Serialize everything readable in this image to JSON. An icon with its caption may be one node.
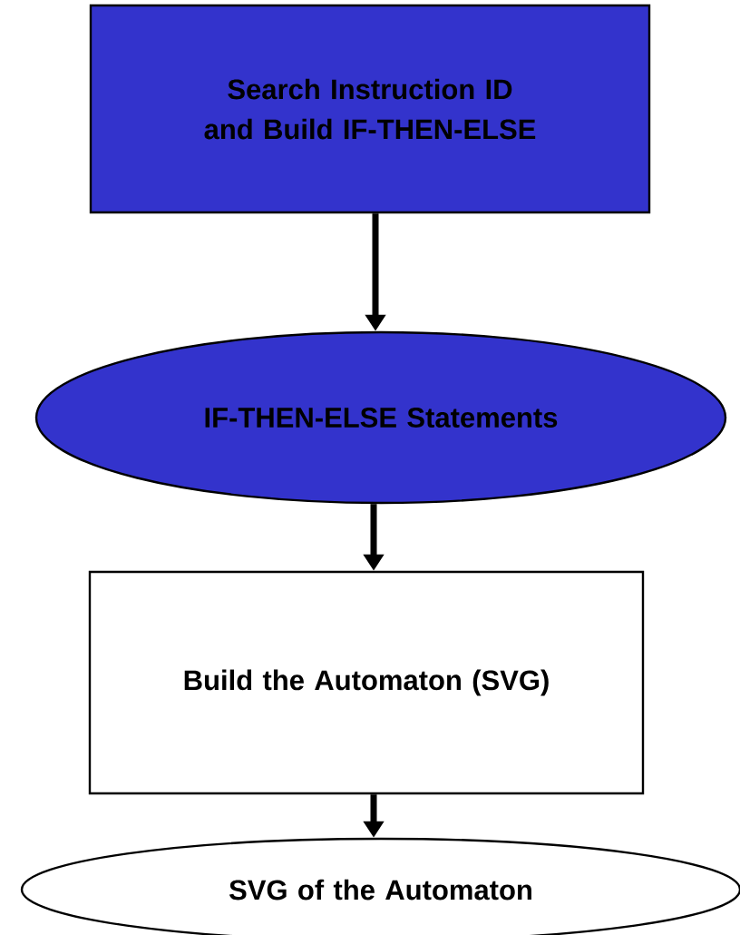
{
  "diagram": {
    "nodes": [
      {
        "text": [
          "Search Instruction ID and Build IF-THEN-ELSE"
        ]
      },
      {
        "text": [
          "IF-THEN-ELSE Statements"
        ]
      },
      {
        "text": [
          "Build the Automaton (SVG)"
        ]
      },
      {
        "text": [
          "SVG of the Automaton"
        ]
      }
    ],
    "edges": [
      {
        "from": 0,
        "to": 1,
        "arrow": "to"
      },
      {
        "from": 1,
        "to": 2,
        "arrow": "to"
      },
      {
        "from": 2,
        "to": 3,
        "arrow": "to"
      }
    ]
  }
}
